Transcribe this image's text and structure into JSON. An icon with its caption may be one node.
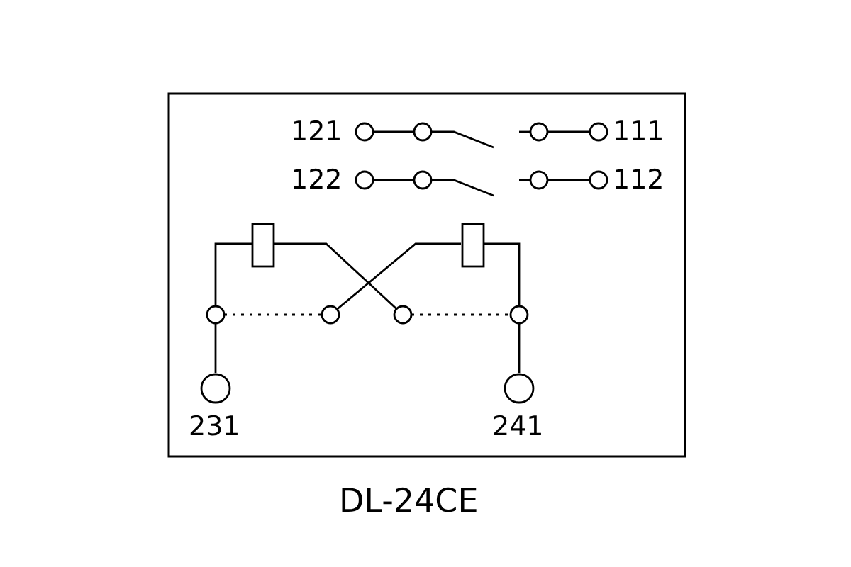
{
  "diagram": {
    "caption": "DL-24CE",
    "nodes": [
      {
        "text": [
          "121"
        ]
      },
      {
        "text": [
          "111"
        ]
      },
      {
        "text": [
          "122"
        ]
      },
      {
        "text": [
          "112"
        ]
      },
      {
        "text": [
          "231"
        ]
      },
      {
        "text": [
          "241"
        ]
      }
    ]
  }
}
